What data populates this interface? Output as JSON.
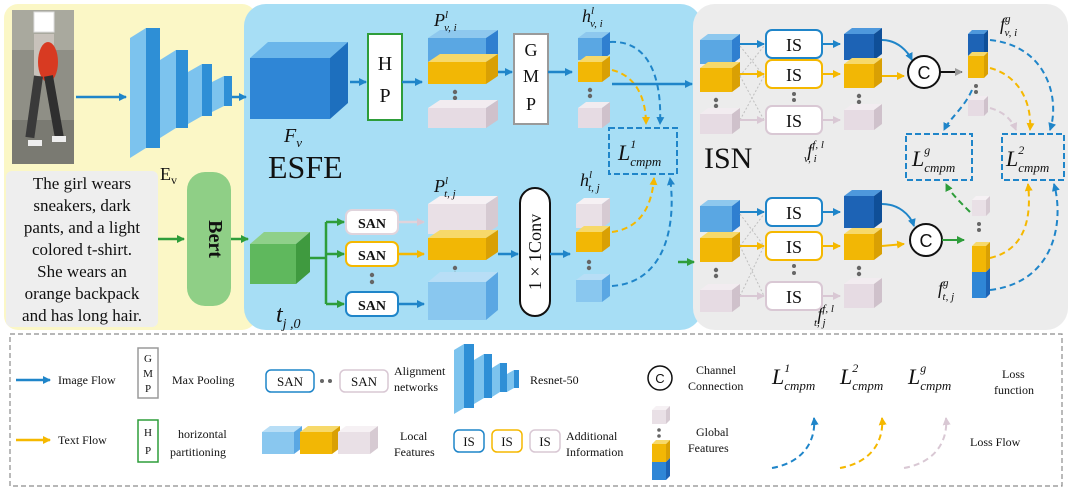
{
  "colors": {
    "left_panel": "#fbf7c6",
    "esfe_panel": "#a7def5",
    "isn_panel": "#ececec",
    "image_flow": "#1f85c9",
    "text_flow": "#f5b800",
    "green_flow": "#2e9d3a",
    "bert": "#8fcf86",
    "blue_block": "#2f7fd0",
    "gold_block": "#f2b705",
    "pale_block": "#e6dbe3"
  },
  "icons": {
    "person_image": "pedestrian-photo",
    "resnet": "resnet-stack",
    "concat": "channel-connection-circle"
  },
  "left": {
    "caption_lines": [
      "The girl wears",
      "sneakers, dark",
      "pants, and a light",
      "colored t-shirt.",
      "She wears an",
      "orange backpack",
      "and has long hair."
    ],
    "ev_label": "E",
    "ev_sub": "v",
    "bert_label": "Bert"
  },
  "esfe": {
    "title": "ESFE",
    "fv_label": "F",
    "fv_sub": "v",
    "hp_label_1": "H",
    "hp_label_2": "P",
    "gmp_label_1": "G",
    "gmp_label_2": "M",
    "gmp_label_3": "P",
    "san_label": "SAN",
    "conv_label": "1 × 1Conv",
    "pv_label": "P",
    "pv_sub": "v, i",
    "pv_sup": "l",
    "pt_label": "P",
    "pt_sub": "t, j",
    "pt_sup": "l",
    "hv_label": "h",
    "hv_sub": "v, i",
    "hv_sup": "l",
    "ht_label": "h",
    "ht_sub": "t, j",
    "ht_sup": "l",
    "tj0_label": "t",
    "tj0_sub": "j ,0",
    "loss1_label": "L",
    "loss1_sub": "cmpm",
    "loss1_sup": "1"
  },
  "isn": {
    "title": "ISN",
    "is_label": "IS",
    "concat_label": "C",
    "ffv_label": "f",
    "ffv_sub": "v, i",
    "ffv_sup": "f, l",
    "fft_label": "f",
    "fft_sub": "t, j",
    "fft_sup": "f, l",
    "fgv_label": "f",
    "fgv_sub": "v, i",
    "fgv_sup": "g",
    "fgt_label": "f",
    "fgt_sub": "t, j",
    "fgt_sup": "g",
    "lossg_label": "L",
    "lossg_sub": "cmpm",
    "lossg_sup": "g",
    "loss2_label": "L",
    "loss2_sub": "cmpm",
    "loss2_sup": "2"
  },
  "legend": {
    "image_flow": "Image Flow",
    "text_flow": "Text Flow",
    "gmp_box_1": "G",
    "gmp_box_2": "M",
    "gmp_box_3": "P",
    "max_pooling": "Max Pooling",
    "hp_box_1": "H",
    "hp_box_2": "P",
    "horizontal_1": "horizontal",
    "horizontal_2": "partitioning",
    "san_a": "SAN",
    "san_b": "SAN",
    "alignment_1": "Alignment",
    "alignment_2": "networks",
    "resnet": "Resnet-50",
    "local_1": "Local",
    "local_2": "Features",
    "is_a": "IS",
    "is_b": "IS",
    "is_c": "IS",
    "additional_1": "Additional",
    "additional_2": "Information",
    "c_symbol": "C",
    "channel_1": "Channel",
    "channel_2": "Connection",
    "global_1": "Global",
    "global_2": "Features",
    "l1": "L",
    "l1_sup": "1",
    "l2": "L",
    "l2_sup": "2",
    "lg": "L",
    "lg_sup": "g",
    "cmpm": "cmpm",
    "loss_function_1": "Loss",
    "loss_function_2": "function",
    "loss_flow": "Loss Flow"
  }
}
